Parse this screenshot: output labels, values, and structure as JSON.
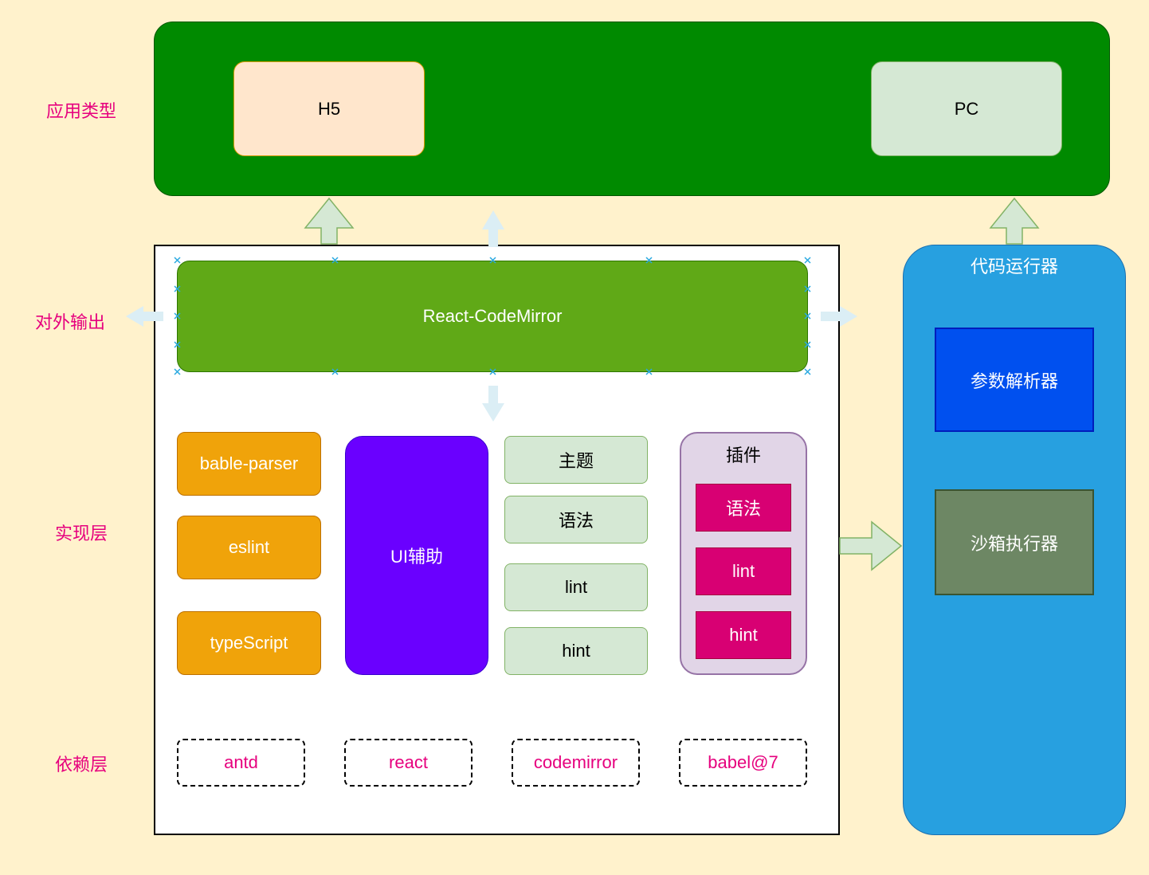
{
  "layers": {
    "app_type": "应用类型",
    "output": "对外输出",
    "impl": "实现层",
    "deps": "依赖层"
  },
  "app_types": {
    "h5": "H5",
    "pc": "PC"
  },
  "core": {
    "title": "React-CodeMirror"
  },
  "impl": {
    "left": [
      "bable-parser",
      "eslint",
      "typeScript"
    ],
    "ui": "UI辅助",
    "features": [
      "主题",
      "语法",
      "lint",
      "hint"
    ],
    "plugins": {
      "title": "插件",
      "items": [
        "语法",
        "lint",
        "hint"
      ]
    }
  },
  "deps": [
    "antd",
    "react",
    "codemirror",
    "babel@7"
  ],
  "runner": {
    "title": "代码运行器",
    "parser": "参数解析器",
    "sandbox": "沙箱执行器"
  },
  "colors": {
    "background": "#fff2cc",
    "app_container": "#008a00",
    "h5": "#ffe6cc",
    "pc": "#d5e8d4",
    "core": "#60a917",
    "orange": "#f0a30a",
    "purple": "#6a00ff",
    "feature": "#d5e8d4",
    "plugin_bg": "#e1d5e7",
    "plugin_item": "#d80073",
    "runner": "#27a0e0",
    "parser": "#0050ef",
    "sandbox": "#6d8764",
    "label": "#e6007e"
  }
}
